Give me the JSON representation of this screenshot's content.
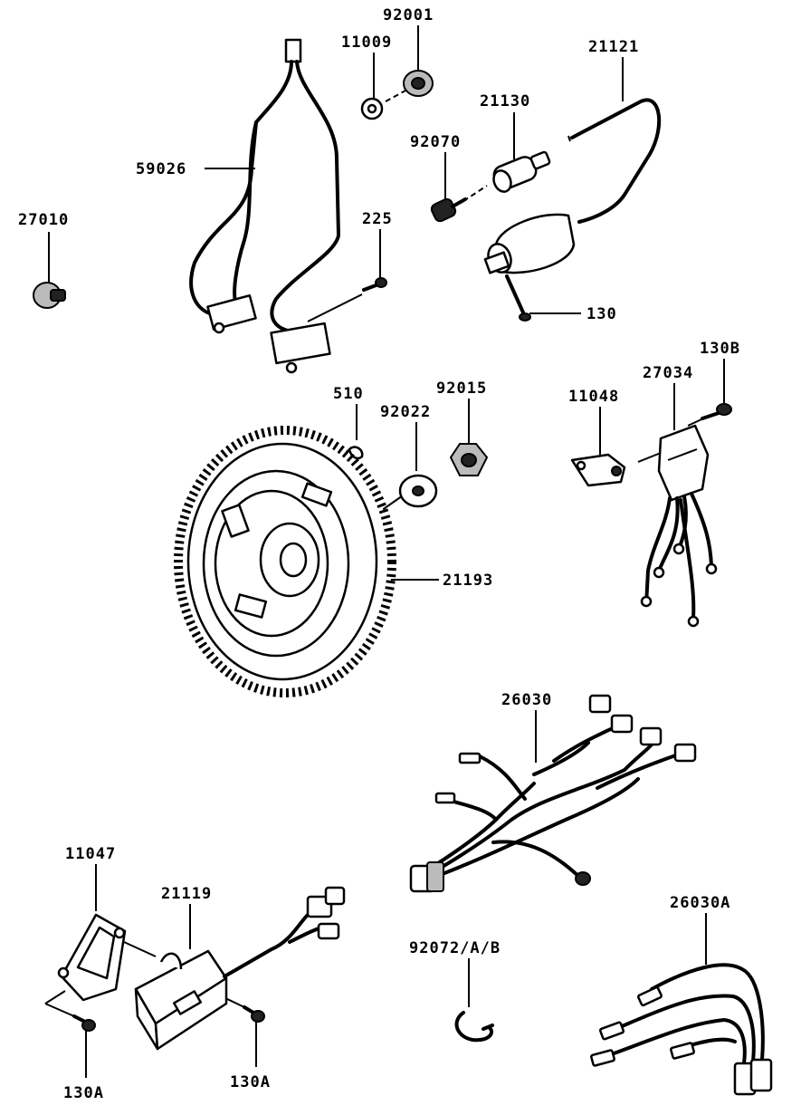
{
  "parts": {
    "p92001": "92001",
    "p11009": "11009",
    "p21121": "21121",
    "p21130": "21130",
    "p92070": "92070",
    "p59026": "59026",
    "p27010": "27010",
    "p225": "225",
    "p130": "130",
    "p130B": "130B",
    "p27034": "27034",
    "p11048": "11048",
    "p510": "510",
    "p92015": "92015",
    "p92022": "92022",
    "p21193": "21193",
    "p26030": "26030",
    "p11047": "11047",
    "p21119": "21119",
    "p26030A": "26030A",
    "p92072": "92072/A/B",
    "p130A_1": "130A",
    "p130A_2": "130A"
  }
}
